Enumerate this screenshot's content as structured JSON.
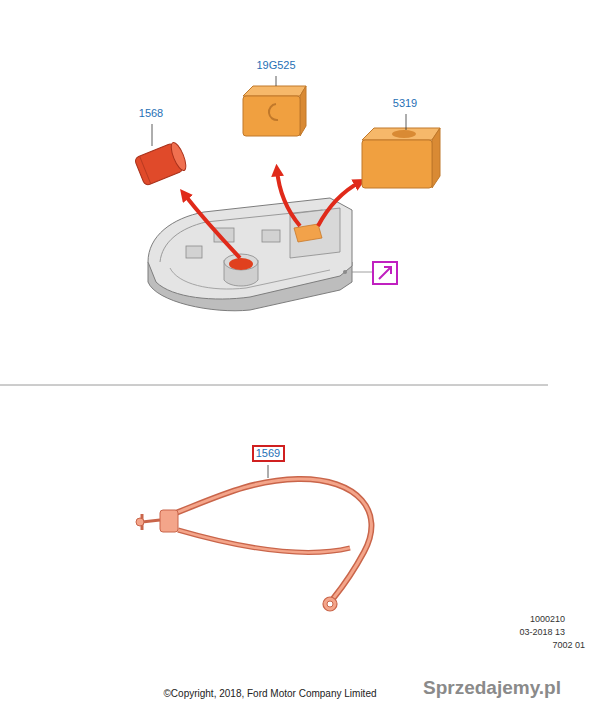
{
  "diagram": {
    "nodes": [
      {
        "text": [
          "1569"
        ]
      }
    ],
    "labels": [
      "1568",
      "19G525",
      "5319",
      "1000210",
      "03-2018 13",
      "7002 01",
      "©Copyright, 2018, Ford Motor Company Limited",
      "Sprzedajemy.pl"
    ]
  }
}
